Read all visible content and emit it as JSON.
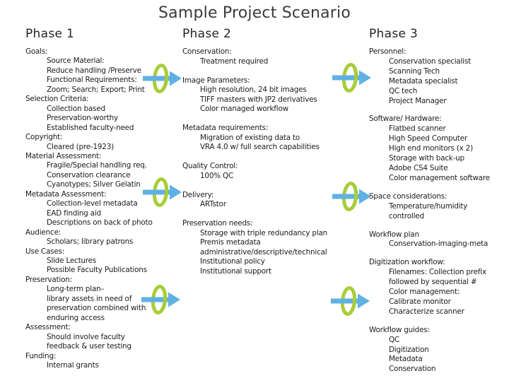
{
  "title": "Sample Project Scenario",
  "colors": {
    "arrow_blue": "#5fb1e4",
    "ring_green": "#a8cd3a"
  },
  "phases": [
    {
      "heading": "Phase 1",
      "sections": [
        {
          "label": "Goals:",
          "items": [
            "Source Material:",
            "Reduce handling /Preserve",
            "Functional Requirements:",
            "Zoom; Search; Export; Print"
          ]
        },
        {
          "label": "Selection Criteria:",
          "items": [
            "Collection based",
            "Preservation-worthy",
            "Established faculty-need"
          ]
        },
        {
          "label": "Copyright:",
          "items": [
            "Cleared (pre-1923)"
          ]
        },
        {
          "label": "Material Assessment:",
          "items": [
            "Fragile/Special handling req.",
            "Conservation clearance",
            "Cyanotypes; Silver Gelatin"
          ]
        },
        {
          "label": "Metadata Assessment:",
          "items": [
            "Collection-level metadata",
            "EAD finding aid",
            "Descriptions on back of photo"
          ]
        },
        {
          "label": "Audience:",
          "items": [
            "Scholars; library patrons"
          ]
        },
        {
          "label": "Use Cases:",
          "items": [
            "Slide Lectures",
            "Possible Faculty Publications"
          ]
        },
        {
          "label": "Preservation:",
          "items": [
            "Long-term plan–",
            "library assets in need of",
            "preservation combined with",
            "enduring access"
          ]
        },
        {
          "label": "Assessment:",
          "items": [
            "Should involve faculty",
            "feedback & user testing"
          ]
        },
        {
          "label": "Funding:",
          "items": [
            "Internal grants"
          ]
        }
      ]
    },
    {
      "heading": "Phase 2",
      "sections": [
        {
          "label": "Conservation:",
          "items": [
            "Treatment required"
          ]
        },
        {
          "label": "Image Parameters:",
          "items": [
            "High resolution, 24 bit images",
            "TIFF masters with JP2 derivatives",
            "Color managed workflow"
          ]
        },
        {
          "label": "Metadata requirements:",
          "items": [
            "Migration of existing data to",
            "VRA 4.0 w/ full search capabilities"
          ]
        },
        {
          "label": "Quality Control:",
          "items": [
            "100% QC"
          ]
        },
        {
          "label": "Delivery:",
          "items": [
            "ARTstor"
          ]
        },
        {
          "label": "Preservation needs:",
          "items": [
            "Storage with triple redundancy plan",
            "Premis metadata",
            "administrative/descriptive/technical",
            "Institutional policy",
            "Institutional support"
          ]
        }
      ]
    },
    {
      "heading": "Phase 3",
      "sections": [
        {
          "label": "Personnel:",
          "items": [
            "Conservation specialist",
            "Scanning Tech",
            "Metadata specialist",
            "QC tech",
            "Project Manager"
          ]
        },
        {
          "label": "Software/ Hardware:",
          "items": [
            "Flatbed scanner",
            "High Speed Computer",
            "High end monitors (x 2)",
            "Storage with back-up",
            "Adobe CS4 Suite",
            "Color management software"
          ]
        },
        {
          "label": "Space considerations:",
          "items": [
            "Temperature/humidity",
            "controlled"
          ]
        },
        {
          "label": "Workflow plan",
          "items": [
            "Conservation-imaging-meta"
          ]
        },
        {
          "label": "Digitization workflow:",
          "items": [
            "Filenames: Collection prefix",
            "followed by sequential #",
            "Color management:",
            "Calibrate monitor",
            "Characterize scanner"
          ]
        },
        {
          "label": "Workflow guides:",
          "items": [
            "QC",
            "Digitization",
            "Metadata",
            "Conservation"
          ]
        }
      ]
    }
  ]
}
